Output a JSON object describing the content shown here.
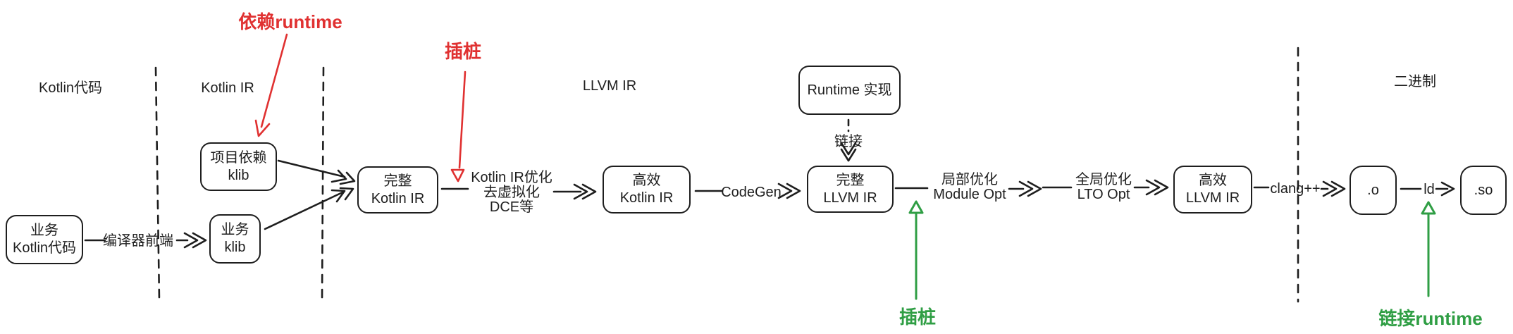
{
  "colors": {
    "stroke": "#1e1e1e",
    "annotation_red": "#e03131",
    "annotation_green": "#2f9e44",
    "background": "#ffffff"
  },
  "sections": {
    "kotlin_code": "Kotlin代码",
    "kotlin_ir": "Kotlin IR",
    "llvm_ir": "LLVM IR",
    "binary": "二进制"
  },
  "nodes": {
    "biz_kotlin_code": "业务\nKotlin代码",
    "project_dep_klib": "项目依赖\nklib",
    "biz_klib": "业务\nklib",
    "full_kotlin_ir": "完整\nKotlin IR",
    "efficient_kotlin_ir": "高效\nKotlin IR",
    "runtime_impl": "Runtime 实现",
    "full_llvm_ir": "完整\nLLVM IR",
    "efficient_llvm_ir": "高效\nLLVM IR",
    "object_file": ".o",
    "shared_object": ".so"
  },
  "edge_labels": {
    "compiler_frontend": "编译器前端",
    "kotlin_ir_opt": "Kotlin IR优化\n去虚拟化\nDCE等",
    "codegen": "CodeGen",
    "link": "链接",
    "module_opt": "局部优化\nModule Opt",
    "lto_opt": "全局优化\nLTO Opt",
    "clang": "clang++",
    "ld": "ld"
  },
  "annotations": {
    "dep_runtime": "依赖runtime",
    "instrument_kotlin_ir": "插桩",
    "instrument_llvm_ir": "插桩",
    "link_runtime": "链接runtime"
  }
}
